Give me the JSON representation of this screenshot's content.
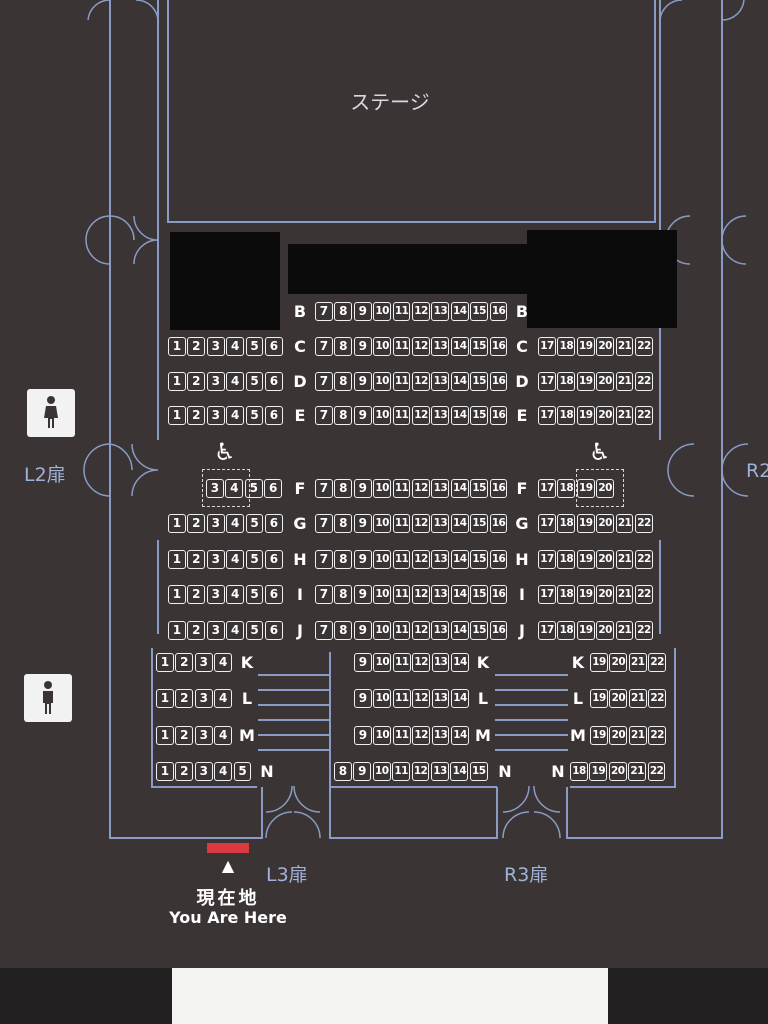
{
  "stage_label": "ステージ",
  "doors": {
    "l2": "L2扉",
    "r2": "R2",
    "l3": "L3扉",
    "r3": "R3扉"
  },
  "you_are_here": {
    "arrow": "▲",
    "jp": "現在地",
    "en": "You Are Here"
  },
  "restrooms": [
    {
      "type": "women",
      "icon": "woman-restroom-icon"
    },
    {
      "type": "men",
      "icon": "man-restroom-icon"
    }
  ],
  "wheelchair_icon": "wheelchair-icon",
  "colors": {
    "background": "#3b3435",
    "walls": "#8a9bc5",
    "seat_outline": "#efefef",
    "current_location_marker": "#d9393f",
    "redaction": "#0c0b0c"
  },
  "seating": {
    "rows": [
      {
        "label": "B",
        "blocks": [
          [],
          [
            "7",
            "8",
            "9",
            "10",
            "11",
            "12",
            "13",
            "14",
            "15",
            "16"
          ],
          []
        ]
      },
      {
        "label": "C",
        "blocks": [
          [
            "1",
            "2",
            "3",
            "4",
            "5",
            "6"
          ],
          [
            "7",
            "8",
            "9",
            "10",
            "11",
            "12",
            "13",
            "14",
            "15",
            "16"
          ],
          [
            "17",
            "18",
            "19",
            "20",
            "21",
            "22"
          ]
        ]
      },
      {
        "label": "D",
        "blocks": [
          [
            "1",
            "2",
            "3",
            "4",
            "5",
            "6"
          ],
          [
            "7",
            "8",
            "9",
            "10",
            "11",
            "12",
            "13",
            "14",
            "15",
            "16"
          ],
          [
            "17",
            "18",
            "19",
            "20",
            "21",
            "22"
          ]
        ]
      },
      {
        "label": "E",
        "blocks": [
          [
            "1",
            "2",
            "3",
            "4",
            "5",
            "6"
          ],
          [
            "7",
            "8",
            "9",
            "10",
            "11",
            "12",
            "13",
            "14",
            "15",
            "16"
          ],
          [
            "17",
            "18",
            "19",
            "20",
            "21",
            "22"
          ]
        ]
      },
      {
        "label": "F",
        "blocks": [
          [
            "3",
            "4",
            "5",
            "6"
          ],
          [
            "7",
            "8",
            "9",
            "10",
            "11",
            "12",
            "13",
            "14",
            "15",
            "16"
          ],
          [
            "17",
            "18",
            "19",
            "20"
          ]
        ]
      },
      {
        "label": "G",
        "blocks": [
          [
            "1",
            "2",
            "3",
            "4",
            "5",
            "6"
          ],
          [
            "7",
            "8",
            "9",
            "10",
            "11",
            "12",
            "13",
            "14",
            "15",
            "16"
          ],
          [
            "17",
            "18",
            "19",
            "20",
            "21",
            "22"
          ]
        ]
      },
      {
        "label": "H",
        "blocks": [
          [
            "1",
            "2",
            "3",
            "4",
            "5",
            "6"
          ],
          [
            "7",
            "8",
            "9",
            "10",
            "11",
            "12",
            "13",
            "14",
            "15",
            "16"
          ],
          [
            "17",
            "18",
            "19",
            "20",
            "21",
            "22"
          ]
        ]
      },
      {
        "label": "I",
        "blocks": [
          [
            "1",
            "2",
            "3",
            "4",
            "5",
            "6"
          ],
          [
            "7",
            "8",
            "9",
            "10",
            "11",
            "12",
            "13",
            "14",
            "15",
            "16"
          ],
          [
            "17",
            "18",
            "19",
            "20",
            "21",
            "22"
          ]
        ]
      },
      {
        "label": "J",
        "blocks": [
          [
            "1",
            "2",
            "3",
            "4",
            "5",
            "6"
          ],
          [
            "7",
            "8",
            "9",
            "10",
            "11",
            "12",
            "13",
            "14",
            "15",
            "16"
          ],
          [
            "17",
            "18",
            "19",
            "20",
            "21",
            "22"
          ]
        ]
      },
      {
        "label": "K",
        "blocks": [
          [
            "1",
            "2",
            "3",
            "4"
          ],
          [
            "9",
            "10",
            "11",
            "12",
            "13",
            "14"
          ],
          [
            "19",
            "20",
            "21",
            "22"
          ]
        ]
      },
      {
        "label": "L",
        "blocks": [
          [
            "1",
            "2",
            "3",
            "4"
          ],
          [
            "9",
            "10",
            "11",
            "12",
            "13",
            "14"
          ],
          [
            "19",
            "20",
            "21",
            "22"
          ]
        ]
      },
      {
        "label": "M",
        "blocks": [
          [
            "1",
            "2",
            "3",
            "4"
          ],
          [
            "9",
            "10",
            "11",
            "12",
            "13",
            "14"
          ],
          [
            "19",
            "20",
            "21",
            "22"
          ]
        ]
      },
      {
        "label": "N",
        "blocks": [
          [
            "1",
            "2",
            "3",
            "4",
            "5"
          ],
          [
            "8",
            "9",
            "10",
            "11",
            "12",
            "13",
            "14",
            "15"
          ],
          [
            "18",
            "19",
            "20",
            "21",
            "22"
          ]
        ]
      }
    ]
  }
}
